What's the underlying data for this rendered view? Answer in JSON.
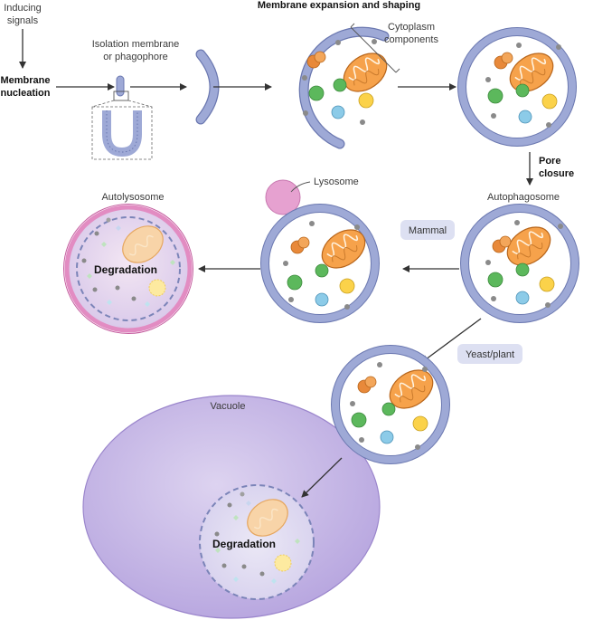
{
  "labels": {
    "inducing_signals": [
      "Inducing",
      "signals"
    ],
    "membrane_nucleation": [
      "Membrane",
      "nucleation"
    ],
    "isolation_membrane": [
      "Isolation membrane",
      "or phagophore"
    ],
    "membrane_expansion": "Membrane expansion and shaping",
    "cytoplasm_components": [
      "Cytoplasm",
      "components"
    ],
    "pore_closure": [
      "Pore",
      "closure"
    ],
    "autophagosome": "Autophagosome",
    "lysosome": "Lysosome",
    "autolysosome": "Autolysosome",
    "mammal": "Mammal",
    "yeast_plant": "Yeast/plant",
    "vacuole": "Vacuole",
    "degradation_autolysosome": "Degradation",
    "degradation_vacuole": "Degradation"
  },
  "colors": {
    "membrane_fill": "#9ea9d6",
    "membrane_stroke": "#6b78b0",
    "lumen": "#ffffff",
    "mitochondrion": "#f6a24b",
    "ribosome": "#e8893a",
    "green_vesicle": "#5cb85c",
    "yellow_vesicle": "#fbd24a",
    "blue_vesicle": "#8ccbe8",
    "small_dot": "#8a8a8a",
    "lysosome": "#e6a1d0",
    "vacuole": "#c9bde6",
    "pill": "#dde0f2",
    "arrow": "#333333"
  }
}
